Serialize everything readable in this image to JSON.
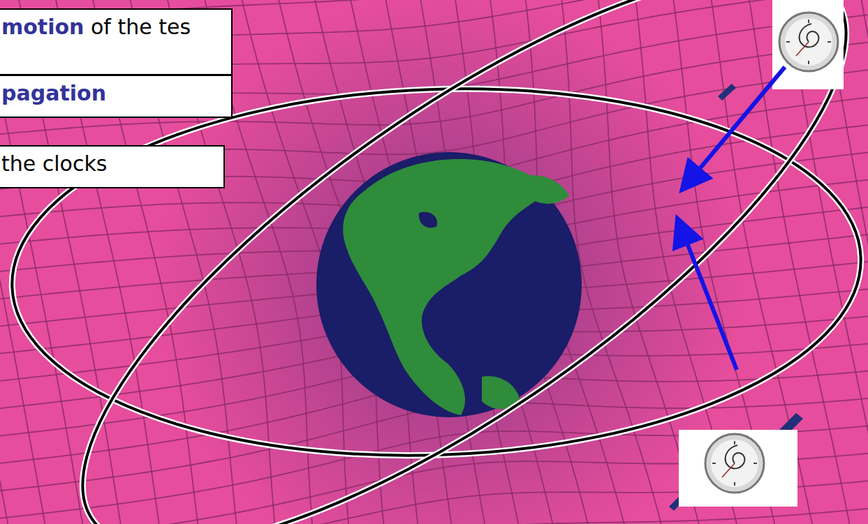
{
  "diagram": {
    "nodes": [
      {
        "text": [
          "motion of the tes"
        ]
      },
      {
        "text": [
          "pagation"
        ]
      },
      {
        "text": [
          "the clocks"
        ]
      }
    ]
  }
}
